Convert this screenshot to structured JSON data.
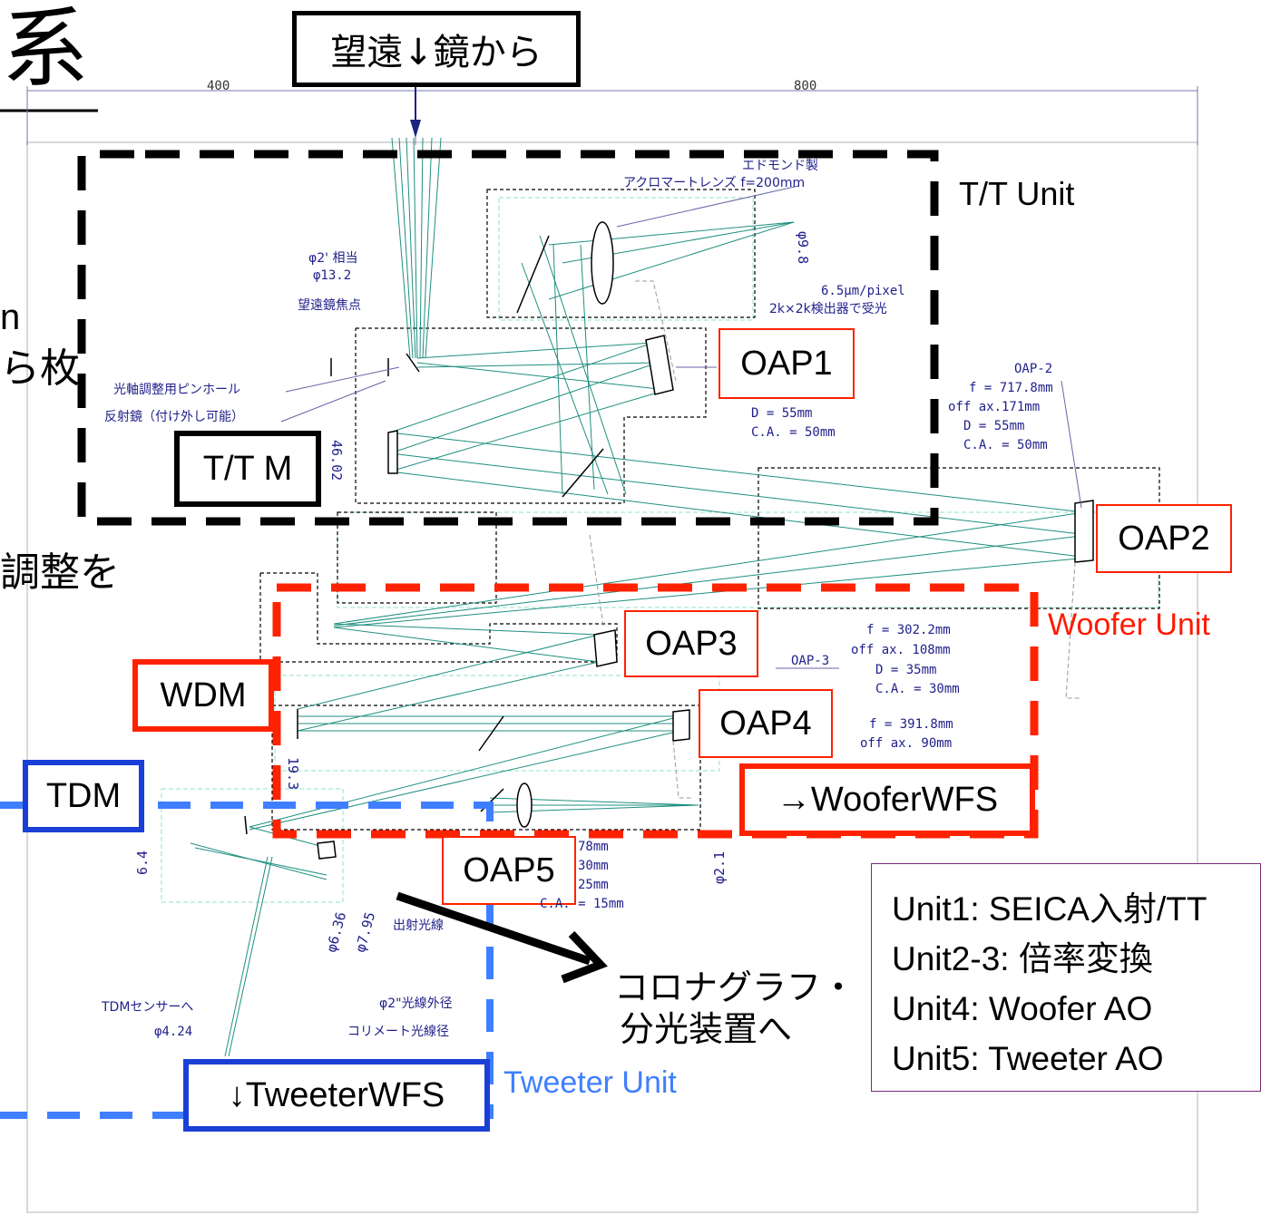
{
  "header": {
    "title_char": "系",
    "input_label": "望遠↓鏡から",
    "left_partial": [
      "n",
      "ら枚",
      "調整を"
    ]
  },
  "dimensions": {
    "left": "400",
    "right": "800"
  },
  "units": {
    "tt": "T/T Unit",
    "woofer": "Woofer Unit",
    "tweeter": "Tweeter Unit"
  },
  "boxes": {
    "oap1": "OAP1",
    "oap2": "OAP2",
    "oap3": "OAP3",
    "oap4": "OAP4",
    "oap5": "OAP5",
    "ttm": "T/T M",
    "wdm": "WDM",
    "tdm": "TDM",
    "woofer_wfs": "→WooferWFS",
    "tweeter_wfs": "↓TweeterWFS"
  },
  "annotations": {
    "edmund_1": "エドモンド製",
    "edmund_2": "アクロマートレンズ f=200mm",
    "phi98": "φ9.8",
    "pixel_1": "6.5μm/pixel",
    "pixel_2": "2k×2k検出器で受光",
    "phi2_1": "φ2' 相当",
    "phi2_2": "φ13.2",
    "focus": "望遠鏡焦点",
    "pinhole": "光軸調整用ピンホール",
    "mirror": "反射鏡（付け外し可能）",
    "d4602": "46.02",
    "oap1_spec": [
      "D    = 55mm",
      "C.A. = 50mm"
    ],
    "oap2_title": "OAP-2",
    "oap2_spec": [
      "f = 717.8mm",
      "off ax.171mm",
      "D    = 55mm",
      "C.A. = 50mm"
    ],
    "oap3_title": "OAP-3",
    "oap3_spec": [
      "f = 302.2mm",
      "off ax.  108mm",
      "D    = 35mm",
      "C.A. = 30mm"
    ],
    "oap4_spec": [
      "f = 391.8mm",
      "off ax.  90mm"
    ],
    "oap5_spec": [
      "78mm",
      "30mm",
      "25mm",
      "C.A. = 15mm"
    ],
    "d193": "19.3",
    "d64": "6.4",
    "d21": "φ2.1",
    "d636": "φ6.36",
    "d795": "φ7.95",
    "exit": "出射光線",
    "phi2_outer": "φ2\"光線外径",
    "collimate": "コリメート光線径",
    "tdm_sensor": "TDMセンサーへ",
    "phi424": "φ4.24"
  },
  "output_label": [
    "コロナグラフ・",
    "分光装置へ"
  ],
  "legend": [
    "Unit1: SEICA入射/TT",
    "Unit2-3: 倍率変換",
    "Unit4: Woofer AO",
    "Unit5: Tweeter AO"
  ],
  "colors": {
    "beam": "#1f8f80",
    "tt_frame": "#000000",
    "woofer_frame": "#ff2200",
    "tweeter_frame": "#3f7fff",
    "annotation": "#1f1f8a",
    "legend_border": "#7a2a7a"
  }
}
